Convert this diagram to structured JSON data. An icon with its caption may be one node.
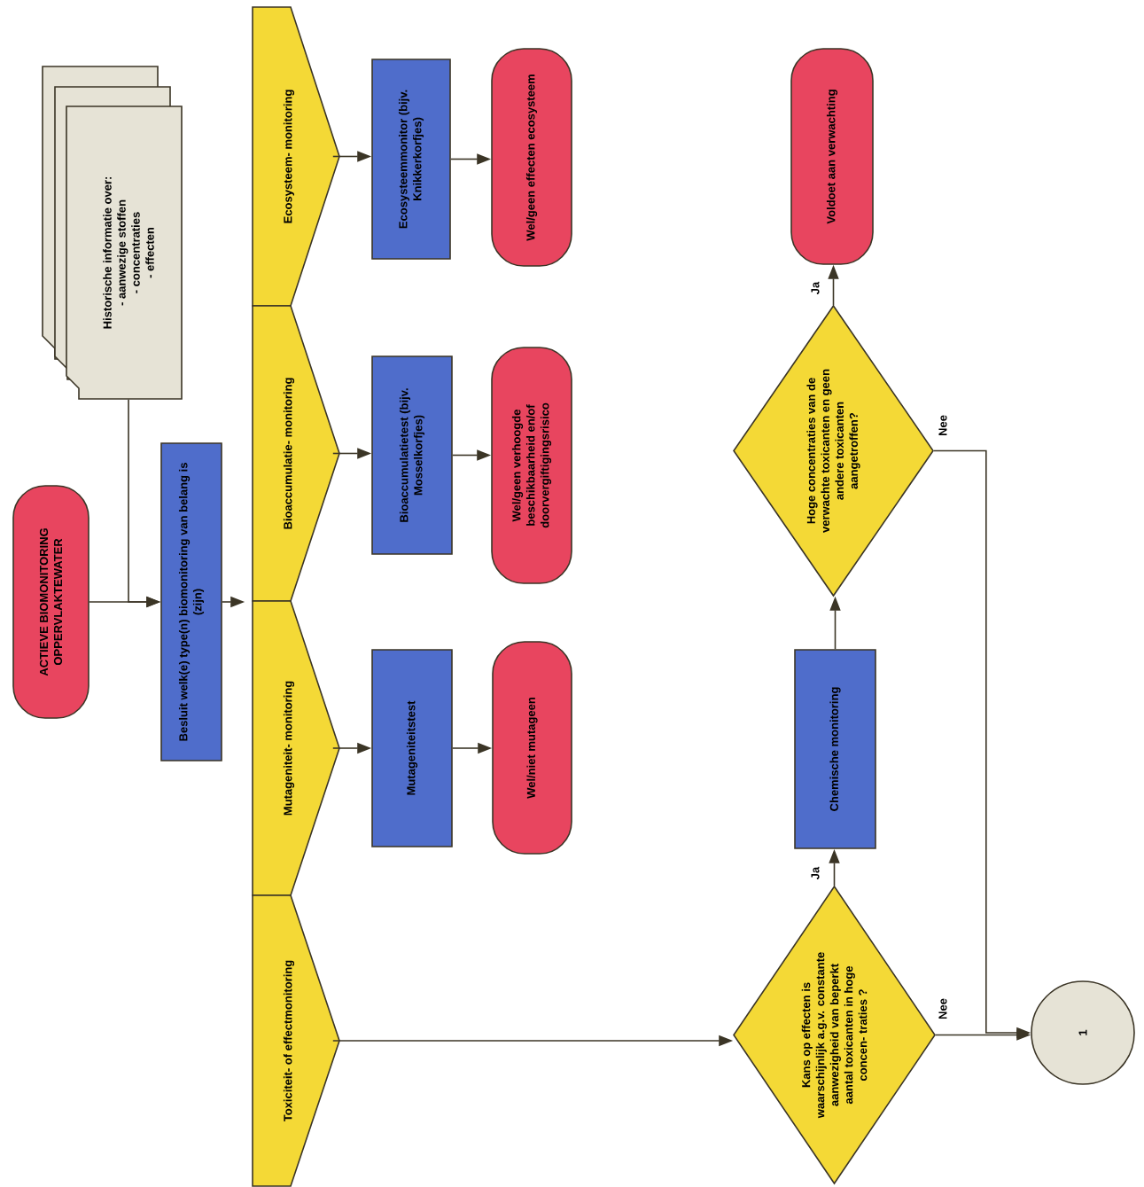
{
  "diagram": {
    "nodes": [
      {
        "text": [
          "ACTIEVE BIOMONITORING OPPERVLAKTEWATER"
        ]
      },
      {
        "text": [
          "Historische informatie over:",
          "- aanwezige stoffen",
          "- concentraties",
          "- effecten"
        ]
      },
      {
        "text": [
          "Besluit welk(e) type(n) biomonitoring van belang is (zijn)"
        ]
      },
      {
        "text": [
          "Ecosysteem- monitoring"
        ]
      },
      {
        "text": [
          "Bioaccumulatie- monitoring"
        ]
      },
      {
        "text": [
          "Mutageniteit- monitoring"
        ]
      },
      {
        "text": [
          "Toxiciteit- of effectmonitoring"
        ]
      },
      {
        "text": [
          "Ecosysteemmonitor (bijv. Knikkerkorfjes)"
        ]
      },
      {
        "text": [
          "Wel/geen effecten ecosysteem"
        ]
      },
      {
        "text": [
          "Bioaccumulatietest (bijv. Mosselkorfjes)"
        ]
      },
      {
        "text": [
          "Wel/geen verhoogde beschikbaarheid en/of doorvergiftigingsrisico"
        ]
      },
      {
        "text": [
          "Mutageniteitstest"
        ]
      },
      {
        "text": [
          "Wel/niet mutageen"
        ]
      },
      {
        "text": [
          "Kans op effecten is waarschijnlijk a.g.v. constante aanwezigheid van beperkt aantal toxicanten in hoge concen- traties ?"
        ]
      },
      {
        "text": [
          "Chemische monitoring"
        ]
      },
      {
        "text": [
          "Hoge concentraties van de verwachte toxicanten en geen andere toxicanten aangetroffen?"
        ]
      },
      {
        "text": [
          "Voldoet aan verwachting"
        ]
      },
      {
        "text": [
          "1"
        ]
      }
    ],
    "edges": [
      {
        "from": 0,
        "to": 2,
        "arrow": "to"
      },
      {
        "from": 1,
        "to": 2,
        "arrow": "to"
      },
      {
        "from": 2,
        "to": 4,
        "arrow": "to"
      },
      {
        "from": 3,
        "to": 7,
        "arrow": "to"
      },
      {
        "from": 7,
        "to": 8,
        "arrow": "to"
      },
      {
        "from": 4,
        "to": 9,
        "arrow": "to"
      },
      {
        "from": 9,
        "to": 10,
        "arrow": "to"
      },
      {
        "from": 5,
        "to": 11,
        "arrow": "to"
      },
      {
        "from": 11,
        "to": 12,
        "arrow": "to"
      },
      {
        "from": 6,
        "to": 13,
        "arrow": "to"
      },
      {
        "from": 13,
        "to": 14,
        "arrow": "to",
        "label": "Ja"
      },
      {
        "from": 14,
        "to": 15,
        "arrow": "to"
      },
      {
        "from": 15,
        "to": 16,
        "arrow": "to",
        "label": "Ja"
      },
      {
        "from": 13,
        "to": 17,
        "arrow": "to",
        "label": "Nee"
      },
      {
        "from": 15,
        "to": 17,
        "arrow": "to",
        "label": "Nee"
      }
    ]
  }
}
